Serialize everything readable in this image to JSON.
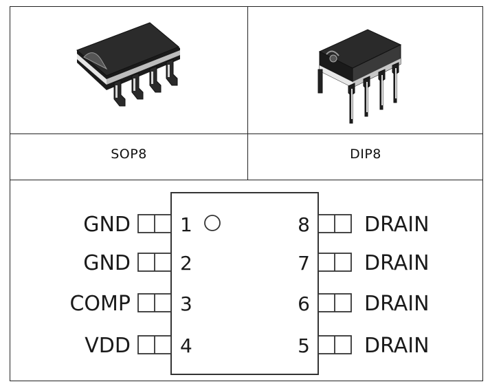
{
  "packages": [
    {
      "name": "SOP8",
      "image": "sop8-chip-icon"
    },
    {
      "name": "DIP8",
      "image": "dip8-chip-icon"
    }
  ],
  "pinout": {
    "left_pins": [
      {
        "number": "1",
        "label": "GND"
      },
      {
        "number": "2",
        "label": "GND"
      },
      {
        "number": "3",
        "label": "COMP"
      },
      {
        "number": "4",
        "label": "VDD"
      }
    ],
    "right_pins": [
      {
        "number": "8",
        "label": "DRAIN"
      },
      {
        "number": "7",
        "label": "DRAIN"
      },
      {
        "number": "6",
        "label": "DRAIN"
      },
      {
        "number": "5",
        "label": "DRAIN"
      }
    ],
    "pin1_marker": "pin1-circle-marker"
  }
}
